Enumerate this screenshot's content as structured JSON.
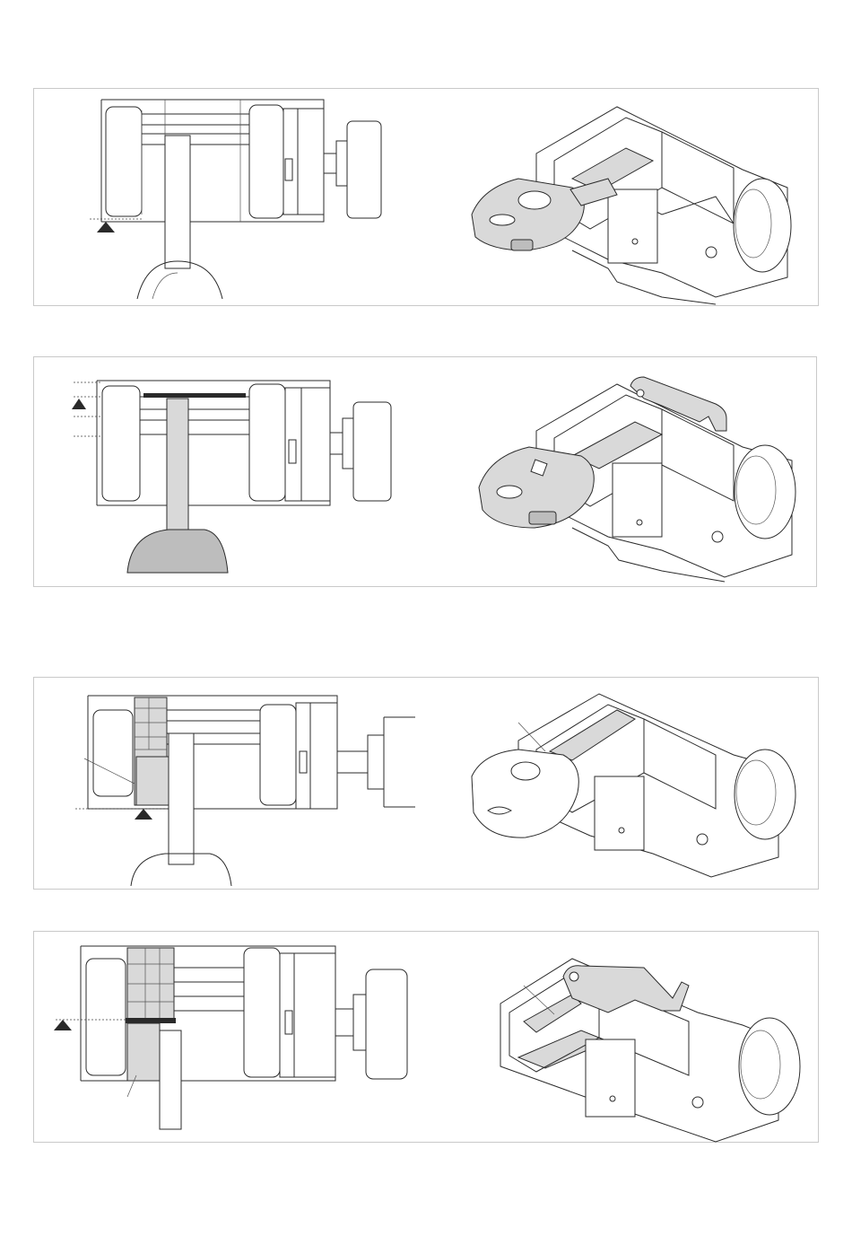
{
  "page": {
    "figures": [
      {
        "id": "step-1",
        "left_view": "vise-front-view",
        "right_view": "vise-isometric-view"
      },
      {
        "id": "step-2",
        "left_view": "vise-front-view",
        "right_view": "vise-isometric-view"
      },
      {
        "id": "step-3",
        "left_view": "vise-front-view",
        "right_view": "vise-isometric-view"
      },
      {
        "id": "step-4",
        "left_view": "vise-front-view",
        "right_view": "vise-isometric-view"
      }
    ],
    "colors": {
      "line": "#2b2b2b",
      "highlight": "#d9d9d9",
      "marker": "#111111",
      "border": "#c9c9c9"
    }
  }
}
